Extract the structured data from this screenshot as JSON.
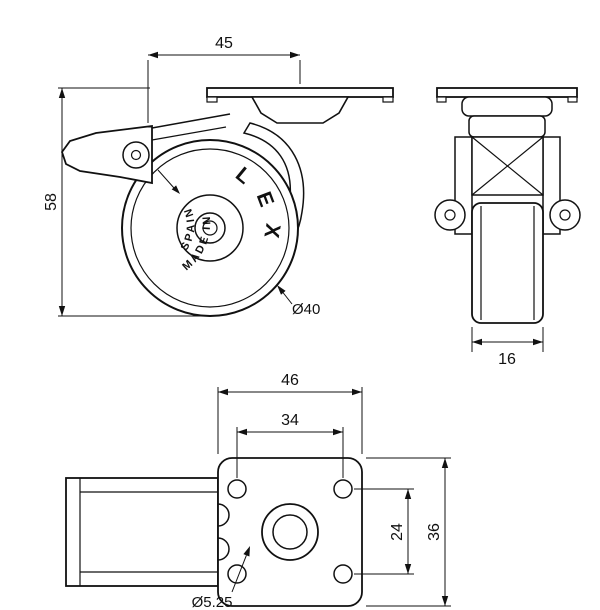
{
  "drawing": {
    "type": "caster-wheel-technical-drawing",
    "colors": {
      "line": "#111111",
      "background": "#ffffff"
    },
    "views": {
      "side": {
        "dim_top": "45",
        "dim_height": "58",
        "dim_wheel_diameter": "Ø40",
        "wheel_text_line1": "MADE IN",
        "wheel_text_line2": "SPAIN",
        "wheel_brand": "LEX"
      },
      "front": {
        "dim_wheel_width": "16"
      },
      "plate": {
        "dim_width": "46",
        "dim_hole_spacing_horizontal": "34",
        "dim_hole_spacing_vertical": "24",
        "dim_depth": "36",
        "dim_hole_diameter": "Ø5.25"
      }
    }
  }
}
